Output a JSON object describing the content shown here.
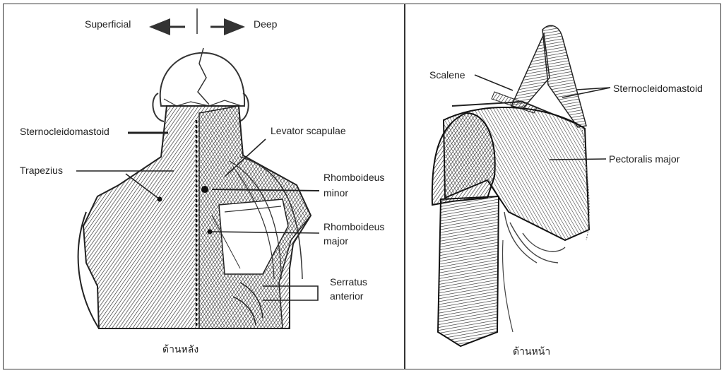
{
  "orientation": {
    "superficial": "Superficial",
    "deep": "Deep"
  },
  "back_view": {
    "caption": "ด้านหลัง",
    "labels": {
      "sternocleidomastoid": "Sternocleidomastoid",
      "trapezius": "Trapezius",
      "levator_scapulae": "Levator scapulae",
      "rhomboideus_minor_1": "Rhomboideus",
      "rhomboideus_minor_2": "minor",
      "rhomboideus_major_1": "Rhomboideus",
      "rhomboideus_major_2": "major",
      "serratus_anterior_1": "Serratus",
      "serratus_anterior_2": "anterior"
    }
  },
  "front_view": {
    "caption": "ด้านหน้า",
    "labels": {
      "scalene": "Scalene",
      "sternocleidomastoid": "Sternocleidomastoid",
      "pectoralis_major": "Pectoralis major"
    }
  }
}
